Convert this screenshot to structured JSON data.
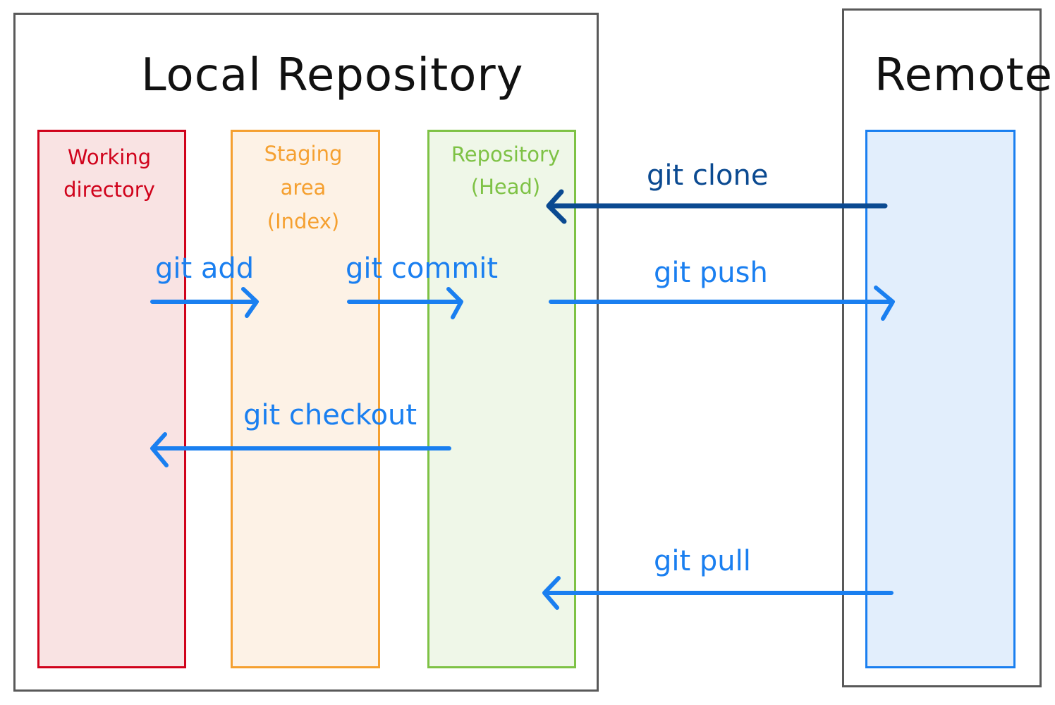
{
  "local": {
    "title": "Local Repository",
    "working": {
      "line1": "Working",
      "line2": "directory",
      "color": "#d0021b",
      "fill": "#f9e3e3"
    },
    "staging": {
      "line1": "Staging",
      "line2": "area",
      "line3": "(Index)",
      "color": "#f5a030",
      "fill": "#fdf2e6"
    },
    "repo": {
      "line1": "Repository",
      "line2": "(Head)",
      "color": "#7ec245",
      "fill": "#eff7e8"
    }
  },
  "remote": {
    "title": "Remote",
    "color": "#1a7ff0",
    "fill": "#e2eefc"
  },
  "commands": {
    "add": "git add",
    "commit": "git commit",
    "checkout": "git checkout",
    "clone": "git clone",
    "push": "git push",
    "pull": "git pull"
  },
  "colors": {
    "arrow": "#1a7ff0",
    "clone_arrow": "#0b4a91",
    "frame": "#595959"
  }
}
